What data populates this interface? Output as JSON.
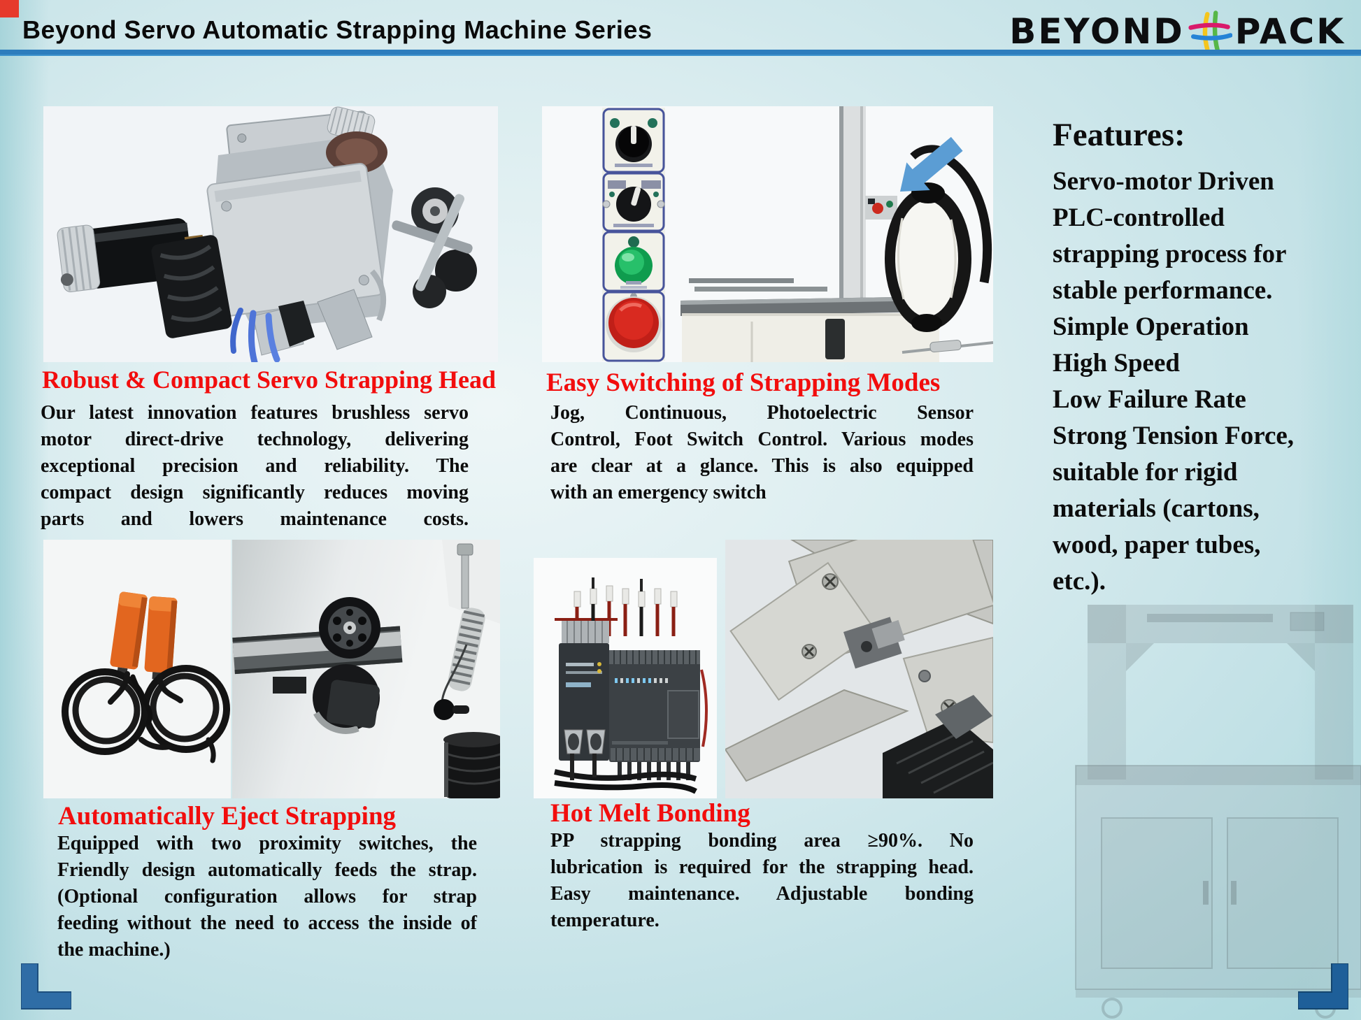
{
  "header": {
    "title": "Beyond Servo Automatic Strapping Machine Series",
    "logo": {
      "left": "BEYOND",
      "right": "PACK"
    }
  },
  "features": {
    "heading": "Features:",
    "lines": [
      "Servo-motor Driven",
      "PLC-controlled",
      "strapping process for",
      "stable performance.",
      "Simple Operation",
      "High Speed",
      "Low Failure Rate",
      "Strong Tension Force,",
      "suitable for rigid",
      "materials (cartons,",
      "wood, paper tubes,",
      "etc.)."
    ]
  },
  "panels": [
    {
      "heading": "Robust & Compact Servo Strapping Head",
      "lines": [
        "Our latest innovation features brushless servo",
        "motor direct-drive technology, delivering",
        "exceptional precision and reliability. The",
        "compact design significantly reduces moving",
        "parts and lowers maintenance costs."
      ]
    },
    {
      "heading": "Easy Switching of Strapping Modes",
      "lines": [
        "Jog, Continuous, Photoelectric Sensor",
        "Control, Foot Switch Control. Various modes",
        "are clear at a glance. This is also equipped",
        "with an emergency switch"
      ]
    },
    {
      "heading": "Automatically Eject Strapping",
      "lines": [
        "Equipped with two proximity switches, the",
        "Friendly design automatically feeds the strap.",
        "(Optional configuration allows for strap",
        "feeding without the need to access the inside of",
        "the machine.)"
      ]
    },
    {
      "heading": "Hot Melt Bonding",
      "lines": [
        "PP strapping bonding area ≥90%. No",
        "lubrication is required for the strapping head.",
        "Easy maintenance. Adjustable bonding",
        "temperature."
      ]
    }
  ],
  "colors": {
    "heading_red": "#f20d0d",
    "rule_blue": "#2d7dbd",
    "bracket_blue": "#2f6da6",
    "logo_yellow": "#f5c51d",
    "logo_green": "#57b747",
    "logo_magenta": "#d91a6b",
    "logo_blue": "#2583d6"
  }
}
